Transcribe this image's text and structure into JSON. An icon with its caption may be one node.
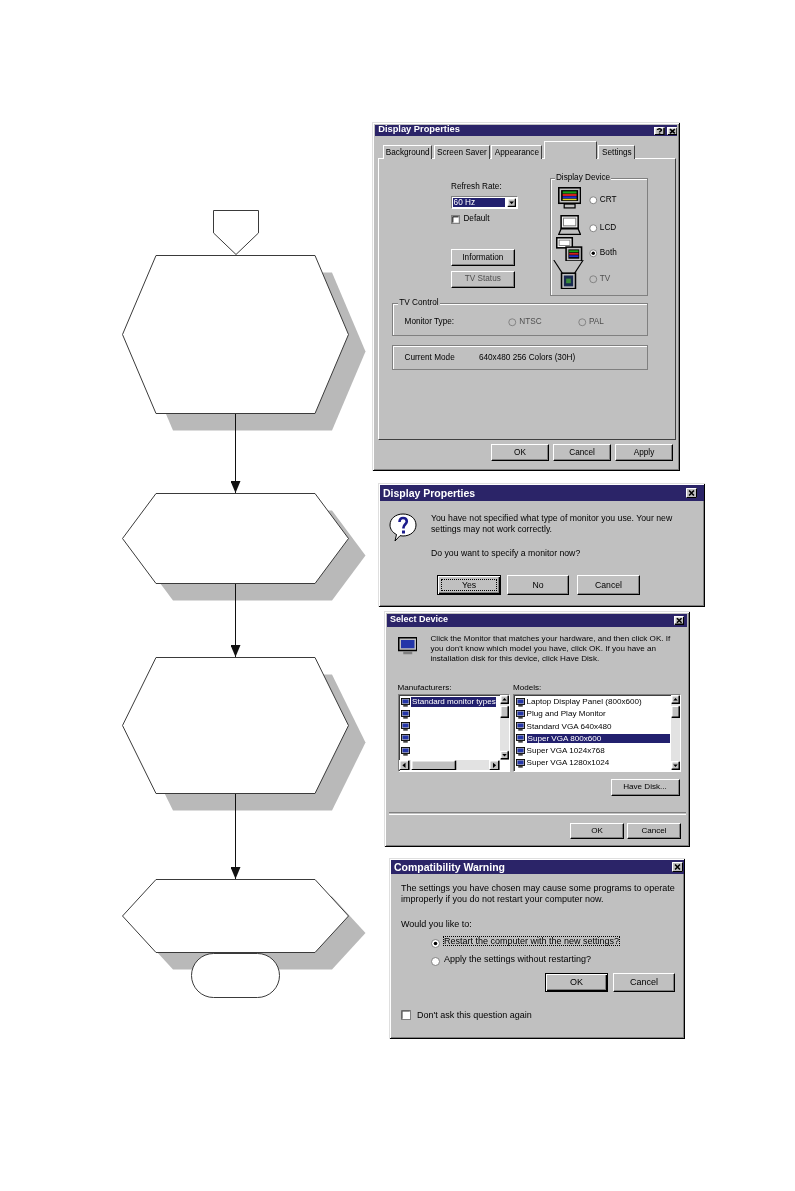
{
  "diagram": {
    "nodes": [
      {
        "text": [],
        "shape": "pentagon"
      },
      {
        "text": [],
        "shape": "hexagon"
      },
      {
        "text": [],
        "shape": "hexagon"
      },
      {
        "text": [],
        "shape": "hexagon"
      },
      {
        "text": [],
        "shape": "hexagon"
      },
      {
        "text": [],
        "shape": "oval"
      }
    ],
    "edges": [
      {
        "from": 1,
        "to": 2,
        "arrow": "to"
      },
      {
        "from": 2,
        "to": 3,
        "arrow": "to"
      },
      {
        "from": 3,
        "to": 4,
        "arrow": "to"
      }
    ],
    "labels": [
      "Display Properties",
      "Background",
      "Screen Saver",
      "Appearance",
      "Settings",
      "Refresh Rate:",
      "60 Hz",
      "Default",
      "Information",
      "TV Status",
      "Display Device",
      "CRT",
      "LCD",
      "Both",
      "TV",
      "TV Control",
      "Monitor Type:",
      "NTSC",
      "PAL",
      "Current Mode",
      "640x480 256 Colors (30H)",
      "OK",
      "Cancel",
      "Apply",
      "Display Properties",
      "You have not specified what type of monitor you use. Your new settings may not work correctly.",
      "Do you want to specify a monitor now?",
      "Yes",
      "No",
      "Cancel",
      "Select Device",
      "Click the Monitor that matches your hardware, and then click OK. If you don't know which model you have, click OK. If you have an installation disk for this device, click Have Disk.",
      "Manufacturers:",
      "Standard monitor types",
      "Models:",
      "Laptop Display Panel (800x600)",
      "Plug and Play Monitor",
      "Standard VGA 640x480",
      "Super VGA 800x600",
      "Super VGA 1024x768",
      "Super VGA 1280x1024",
      "Have Disk...",
      "OK",
      "Cancel",
      "Compatibility Warning",
      "The settings you have chosen may cause some programs to operate improperly if you do not restart your computer now.",
      "Would you like to:",
      "Restart the computer with the new settings?",
      "Apply the settings without restarting?",
      "OK",
      "Cancel",
      "Don't ask this question again"
    ]
  }
}
